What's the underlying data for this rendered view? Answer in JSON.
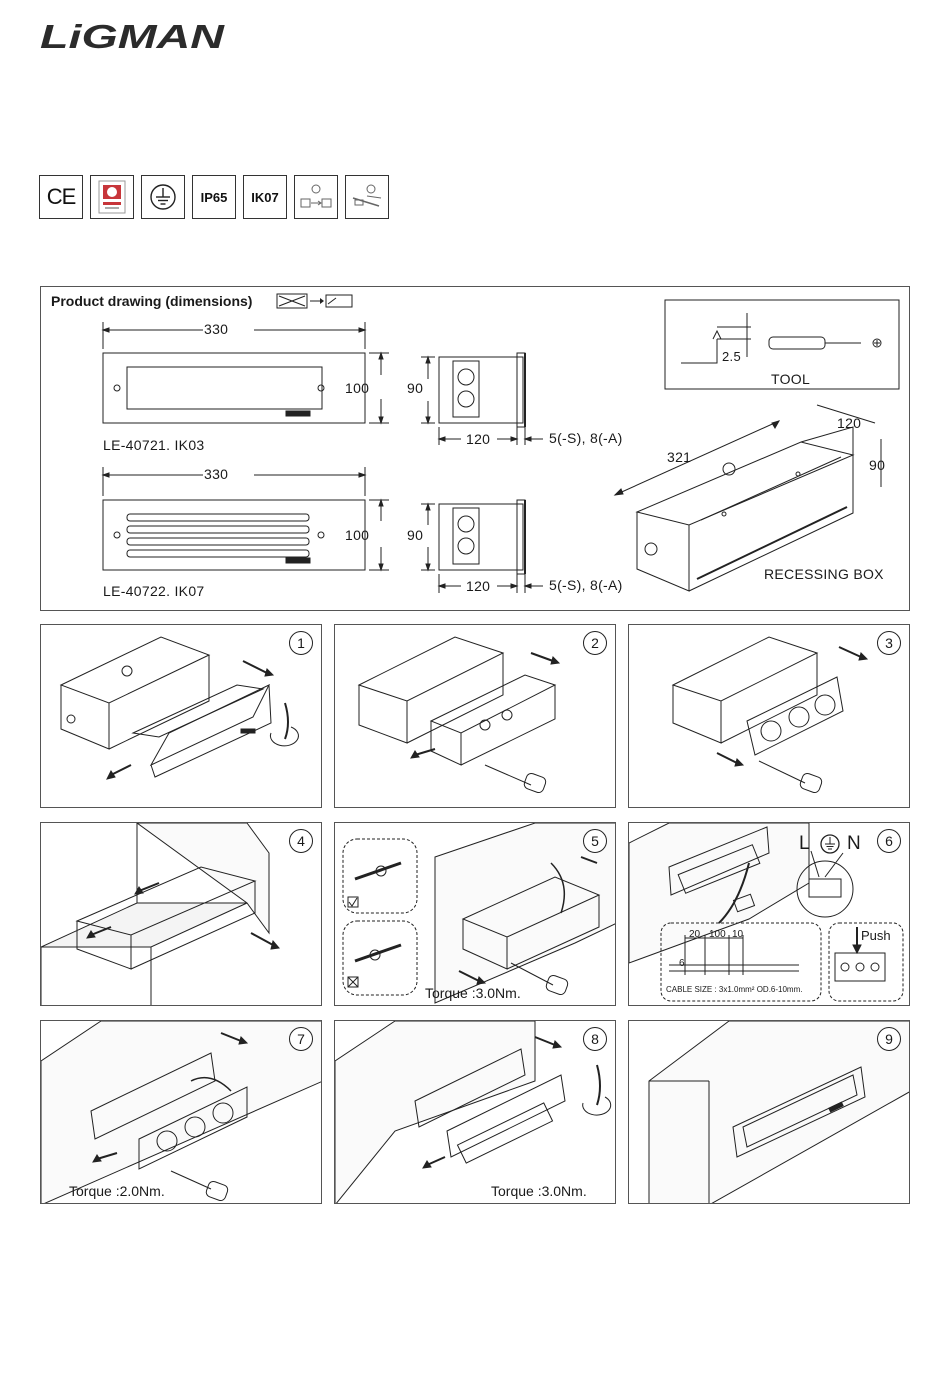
{
  "brand": {
    "name": "LiGMAN"
  },
  "certifications": {
    "ce": "CE",
    "ip": "IP65",
    "ik": "IK07"
  },
  "drawing": {
    "title": "Product drawing (dimensions)",
    "top_width": "330",
    "top_height": "100",
    "top_side_height": "90",
    "top_depth": "120",
    "top_suffix": "5(-S), 8(-A)",
    "model_1": "LE-40721. IK03",
    "bottom_width": "330",
    "bottom_height": "100",
    "bottom_side_height": "90",
    "bottom_depth": "120",
    "bottom_suffix": "5(-S), 8(-A)",
    "model_2": "LE-40722. IK07",
    "tool_label": "TOOL",
    "tool_size": "2.5",
    "box_length": "321",
    "box_depth": "120",
    "box_height": "90",
    "box_label": "RECESSING BOX"
  },
  "steps": [
    {
      "num": "1"
    },
    {
      "num": "2"
    },
    {
      "num": "3"
    },
    {
      "num": "4"
    },
    {
      "num": "5",
      "torque": "Torque :3.0Nm."
    },
    {
      "num": "6",
      "L": "L",
      "N": "N",
      "push": "Push",
      "d20": "20",
      "d100": "100",
      "d10": "10",
      "d6": "6",
      "cable": "CABLE SIZE : 3x1.0mm²   OD.6-10mm."
    },
    {
      "num": "7",
      "torque": "Torque :2.0Nm."
    },
    {
      "num": "8",
      "torque": "Torque :3.0Nm."
    },
    {
      "num": "9"
    }
  ]
}
